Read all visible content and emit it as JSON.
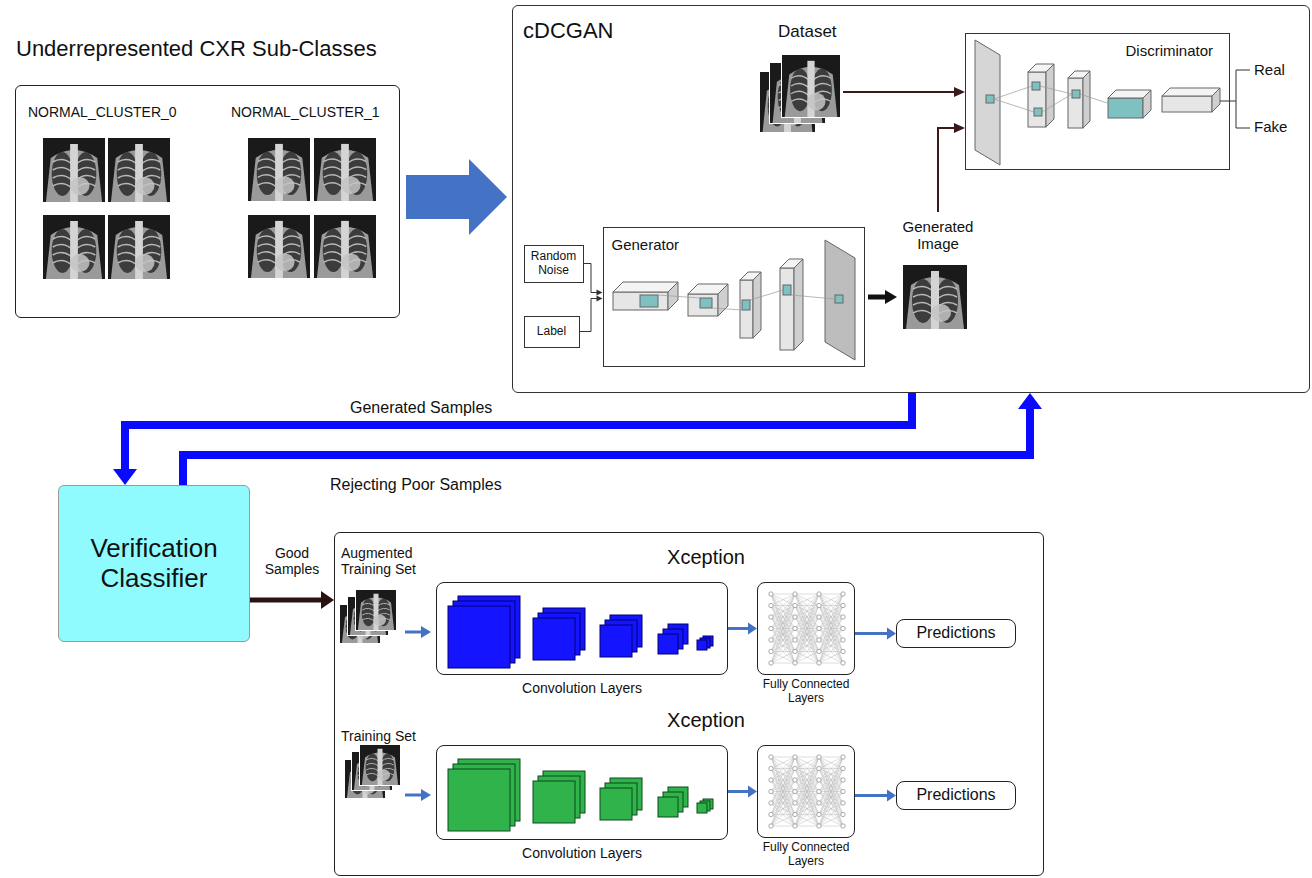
{
  "diagram": {
    "nodes": [
      {
        "text": [
          "Underrepresented CXR Sub-Classes",
          "NORMAL_CLUSTER_0",
          "NORMAL_CLUSTER_1"
        ]
      },
      {
        "text": [
          "cDCGAN"
        ]
      },
      {
        "text": [
          "Discriminator"
        ],
        "in": 1
      },
      {
        "text": [
          "Generator"
        ],
        "in": 1
      },
      {
        "text": [
          "Random Noise"
        ],
        "in": 1
      },
      {
        "text": [
          "Label"
        ],
        "in": 1
      },
      {
        "text": [
          "Verification Classifier"
        ]
      },
      {
        "text": [
          "Augmented Training Set",
          "Xception",
          "Xception",
          "Training Set"
        ]
      },
      {
        "text": [
          "Convolution Layers"
        ],
        "in": 7
      },
      {
        "text": [
          "Fully Connected Layers"
        ],
        "in": 7
      },
      {
        "text": [
          "Predictions"
        ],
        "in": 7
      },
      {
        "text": [
          "Convolution Layers"
        ],
        "in": 7
      },
      {
        "text": [
          "Fully Connected Layers"
        ],
        "in": 7
      },
      {
        "text": [
          "Predictions"
        ],
        "in": 7
      }
    ],
    "edges": [
      {
        "from": 0,
        "to": 1,
        "arrow": "to"
      },
      {
        "from": 4,
        "to": 3,
        "arrow": "to"
      },
      {
        "from": 5,
        "to": 3,
        "arrow": "to"
      },
      {
        "from": 1,
        "to": 6,
        "label": "Generated Samples",
        "arrow": "to"
      },
      {
        "from": 6,
        "to": 1,
        "label": "Rejecting Poor Samples",
        "arrow": "to"
      },
      {
        "from": 6,
        "to": 7,
        "label": "Good Samples",
        "arrow": "to"
      },
      {
        "from": 8,
        "to": 9,
        "arrow": "to"
      },
      {
        "from": 9,
        "to": 10,
        "arrow": "to"
      },
      {
        "from": 11,
        "to": 12,
        "arrow": "to"
      },
      {
        "from": 12,
        "to": 13,
        "arrow": "to"
      }
    ],
    "labels": [
      "Dataset",
      "Generated Image",
      "Real",
      "Fake"
    ]
  }
}
